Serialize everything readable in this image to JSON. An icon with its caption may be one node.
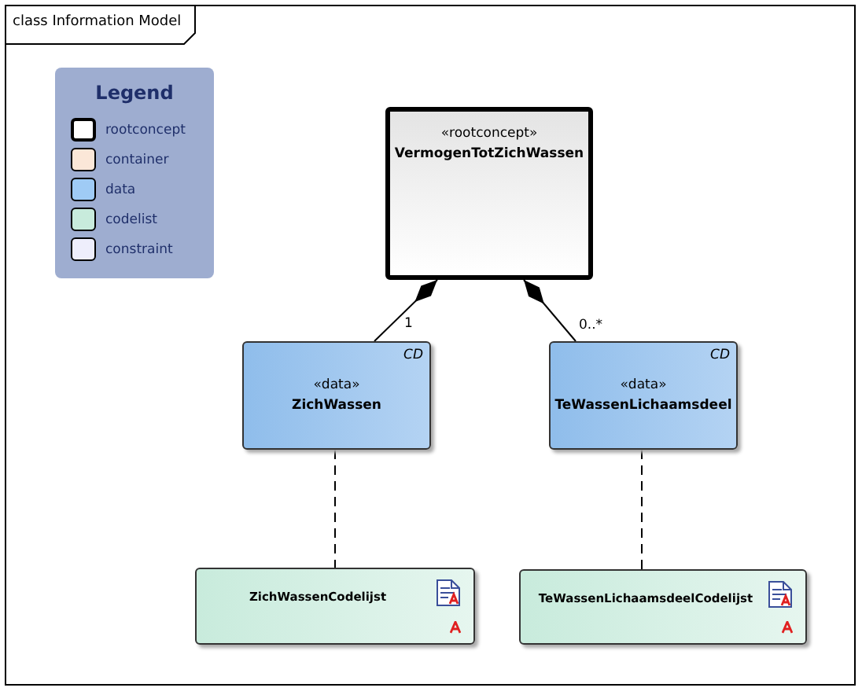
{
  "diagram": {
    "title": "class Information Model",
    "nodes": [
      {
        "text": [
          "«rootconcept»",
          "VermogenTotZichWassen"
        ]
      },
      {
        "text": [
          "CD",
          "«data»",
          "ZichWassen"
        ]
      },
      {
        "text": [
          "CD",
          "«data»",
          "TeWassenLichaamsdeel"
        ]
      },
      {
        "text": [
          "ZichWassenCodelijst"
        ]
      },
      {
        "text": [
          "TeWassenLichaamsdeelCodelijst"
        ]
      }
    ],
    "edges": [
      {
        "from": 0,
        "to": 1,
        "arrow": "other",
        "label": "1"
      },
      {
        "from": 0,
        "to": 2,
        "arrow": "other",
        "label": "0..*"
      },
      {
        "from": 1,
        "to": 3,
        "arrow": "none",
        "style": "dashed"
      },
      {
        "from": 2,
        "to": 4,
        "arrow": "none",
        "style": "dashed"
      }
    ],
    "legend": [
      {
        "text": "Legend"
      },
      {
        "text": "rootconcept",
        "color": "#ffffff"
      },
      {
        "text": "container",
        "color": "#fbe7d8"
      },
      {
        "text": "data",
        "color": "#9fcbf5"
      },
      {
        "text": "codelist",
        "color": "#c8ebdc"
      },
      {
        "text": "constraint",
        "color": "#eeeefc"
      }
    ]
  }
}
